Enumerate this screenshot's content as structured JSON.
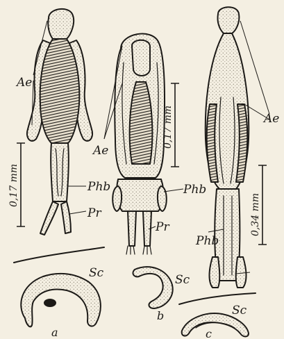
{
  "colors": {
    "ink": "#1c1a17",
    "paper": "#f4efe2",
    "stipple": "#8d8778"
  },
  "labels": {
    "ae_a": "Ae",
    "ae_b": "Ae",
    "ae_c": "Ae",
    "phb_a": "Phb",
    "phb_b": "Phb",
    "phb_c": "Phb",
    "pr_a": "Pr",
    "pr_b": "Pr",
    "sc_a": "Sc",
    "sc_b": "Sc",
    "sc_c": "Sc",
    "panel_a": "a",
    "panel_b": "b",
    "panel_c": "c"
  },
  "scale_bars": {
    "a": "0,17 mm",
    "b": "0,17 mm",
    "c": "0,34 mm"
  }
}
